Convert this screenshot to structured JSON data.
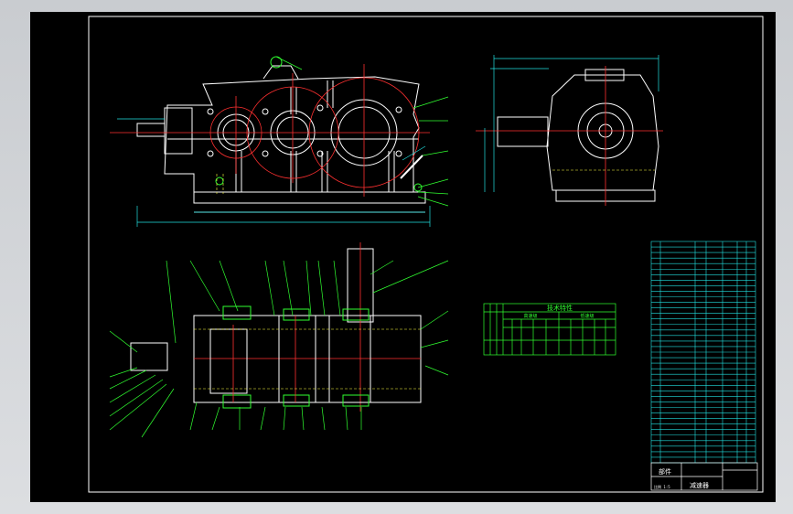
{
  "colors": {
    "background": "#000000",
    "viewport": "#d5d7da",
    "outline": "#ffffff",
    "centerline": "#ff3030",
    "dimension": "#22e0e0",
    "annotation": "#30ff30",
    "hidden": "#ffff40"
  },
  "tech_table": {
    "title": "技术特性",
    "col_heads": [
      "高速级",
      "低速级"
    ]
  },
  "title_block": {
    "part_label": "部件",
    "drawing_name": "减速器",
    "scale": "比例 1:5"
  }
}
